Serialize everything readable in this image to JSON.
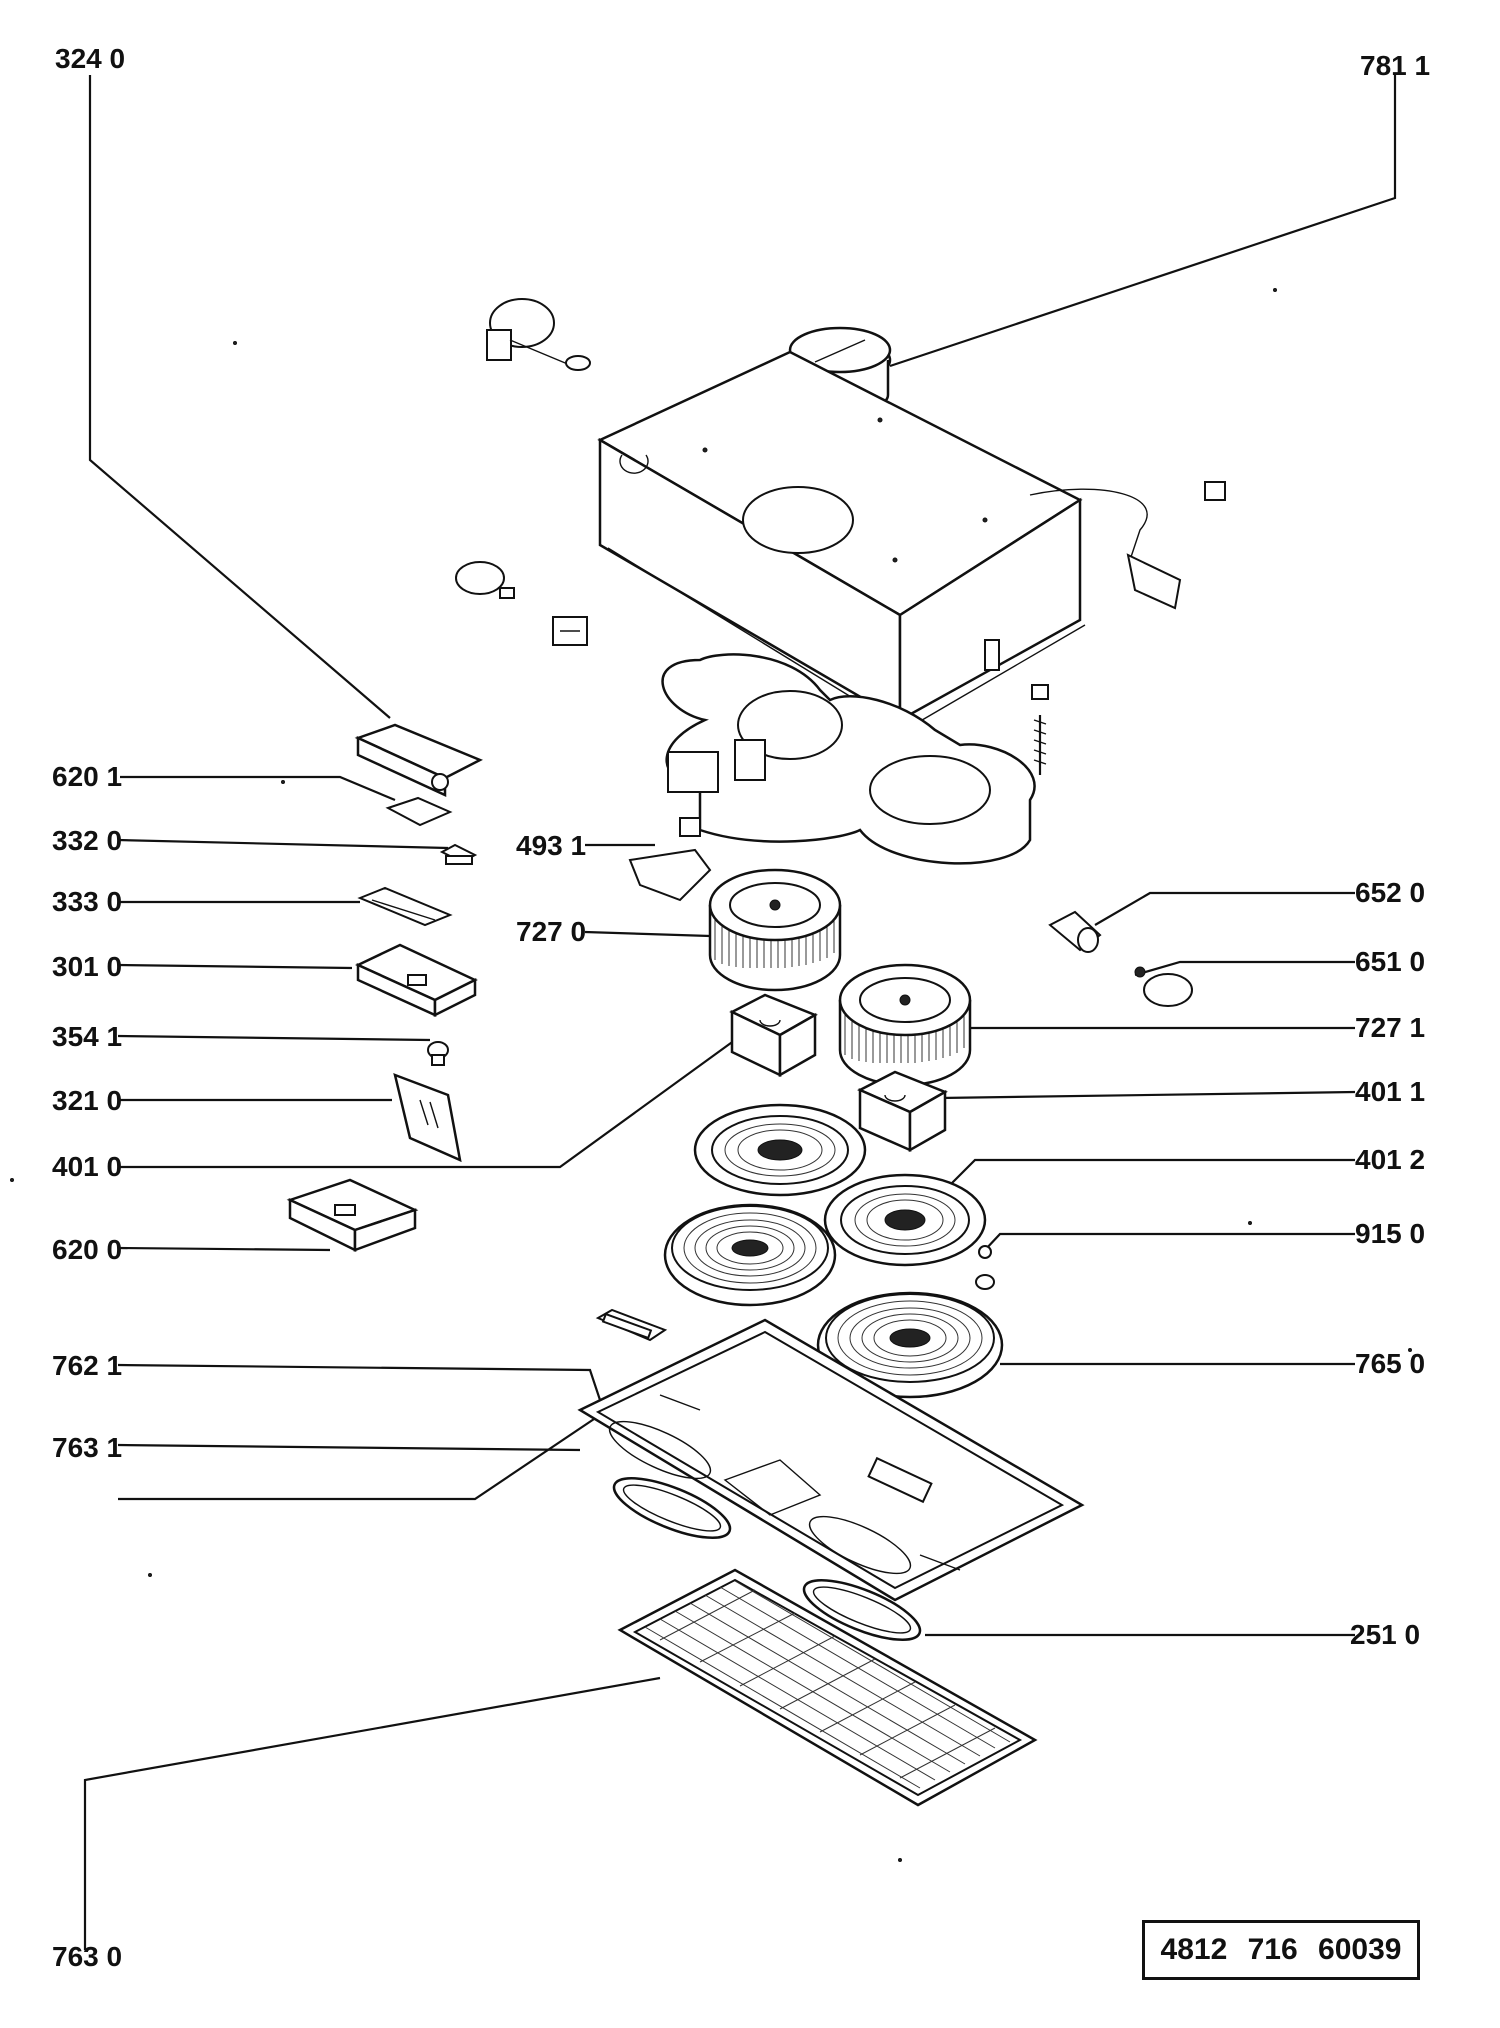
{
  "callouts": {
    "c3240": "324 0",
    "c7811": "781 1",
    "c6201": "620 1",
    "c3320": "332 0",
    "c3330": "333 0",
    "c3010": "301 0",
    "c3541": "354 1",
    "c3210": "321 0",
    "c4010": "401 0",
    "c6200": "620 0",
    "c7621": "762 1",
    "c7631": "763 1",
    "c7630": "763 0",
    "c4931": "493 1",
    "c7270": "727 0",
    "c6520": "652 0",
    "c6510": "651 0",
    "c7271": "727 1",
    "c4011": "401 1",
    "c4012": "401 2",
    "c9150": "915 0",
    "c7650": "765 0",
    "c2510": "251 0"
  },
  "document_number": "4812  716  60039"
}
